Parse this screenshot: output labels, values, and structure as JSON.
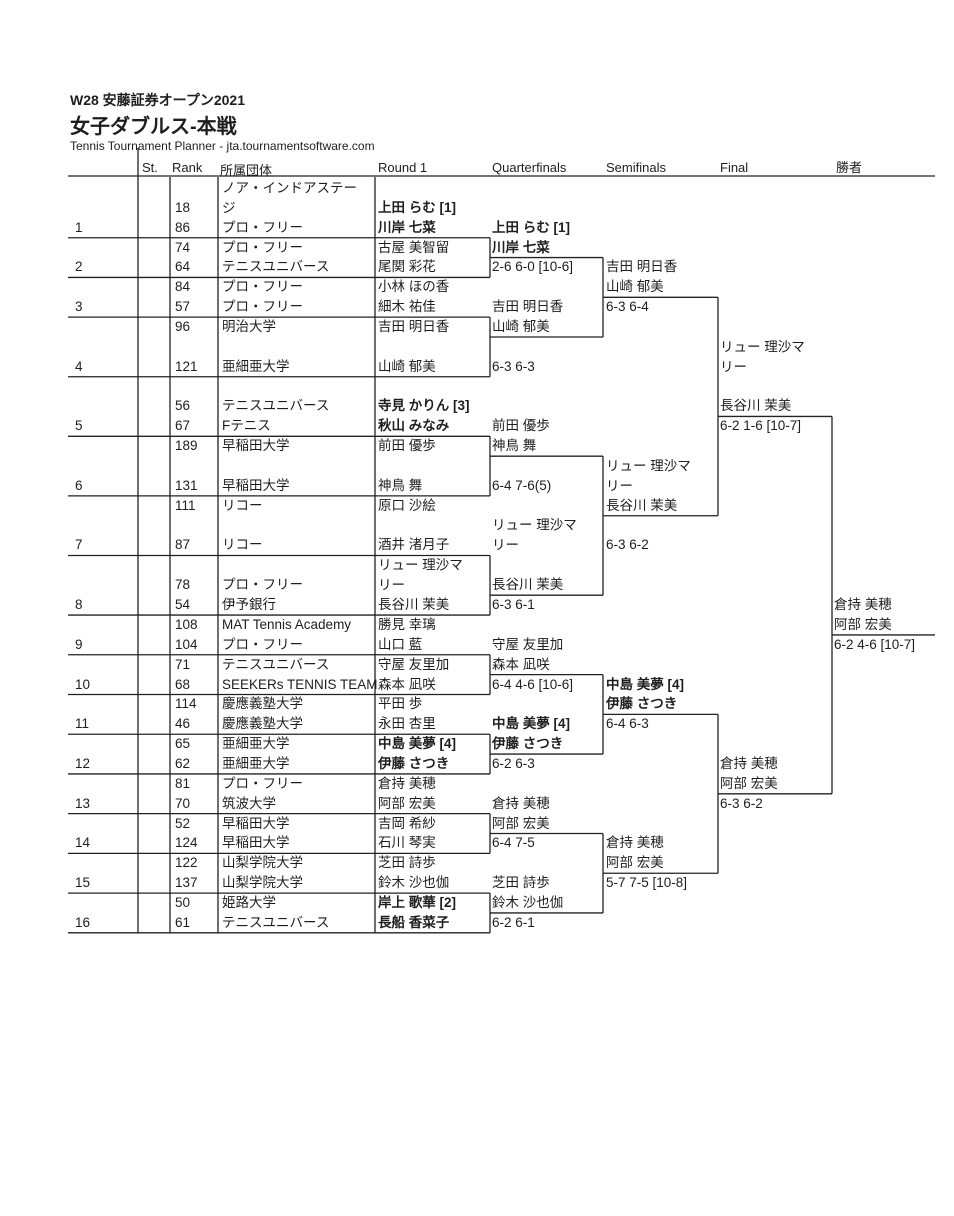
{
  "title": "W28 安藤証券オープン2021",
  "subtitle": "女子ダブルス-本戦",
  "source": "Tennis Tournament Planner - jta.tournamentsoftware.com",
  "headers": {
    "st": "St.",
    "rank": "Rank",
    "club": "所属団体",
    "round1": "Round 1",
    "qf": "Quarterfinals",
    "sf": "Semifinals",
    "final": "Final",
    "winner": "勝者"
  },
  "entries": [
    {
      "num": "1",
      "seeded": true,
      "players": [
        {
          "rank": "18",
          "club": "ノア・インドアステー\nジ",
          "name": "上田 らむ [1]"
        },
        {
          "rank": "86",
          "club": "プロ・フリー",
          "name": "川岸 七菜"
        }
      ]
    },
    {
      "num": "2",
      "players": [
        {
          "rank": "74",
          "club": "プロ・フリー",
          "name": "古屋 美智留"
        },
        {
          "rank": "64",
          "club": "テニスユニバース",
          "name": "尾関 彩花"
        }
      ]
    },
    {
      "num": "3",
      "players": [
        {
          "rank": "84",
          "club": "プロ・フリー",
          "name": "小林 ほの香"
        },
        {
          "rank": "57",
          "club": "プロ・フリー",
          "name": "細木 祐佳"
        }
      ]
    },
    {
      "num": "4",
      "players": [
        {
          "rank": "96",
          "club": "明治大学",
          "name": "吉田 明日香"
        },
        {
          "rank": "121",
          "club": "亜細亜大学",
          "name": "山崎 郁美"
        }
      ]
    },
    {
      "num": "5",
      "seeded": true,
      "players": [
        {
          "rank": "56",
          "club": "テニスユニバース",
          "name": "寺見 かりん [3]"
        },
        {
          "rank": "67",
          "club": "Fテニス",
          "name": "秋山 みなみ"
        }
      ]
    },
    {
      "num": "6",
      "players": [
        {
          "rank": "189",
          "club": "早稲田大学",
          "name": "前田 優歩"
        },
        {
          "rank": "131",
          "club": "早稲田大学",
          "name": "神鳥 舞"
        }
      ]
    },
    {
      "num": "7",
      "players": [
        {
          "rank": "111",
          "club": "リコー",
          "name": "原口 沙絵"
        },
        {
          "rank": "87",
          "club": "リコー",
          "name": "酒井 渚月子"
        }
      ]
    },
    {
      "num": "8",
      "players": [
        {
          "rank": "78",
          "club": "プロ・フリー",
          "name": "リュー 理沙マ\nリー"
        },
        {
          "rank": "54",
          "club": "伊予銀行",
          "name": "長谷川 茉美"
        }
      ]
    },
    {
      "num": "9",
      "players": [
        {
          "rank": "108",
          "club": "MAT Tennis Academy",
          "name": "勝見 幸璃"
        },
        {
          "rank": "104",
          "club": "プロ・フリー",
          "name": "山口 藍"
        }
      ]
    },
    {
      "num": "10",
      "players": [
        {
          "rank": "71",
          "club": "テニスユニバース",
          "name": "守屋 友里加"
        },
        {
          "rank": "68",
          "club": "SEEKERs TENNIS TEAM",
          "name": "森本 凪咲"
        }
      ]
    },
    {
      "num": "11",
      "players": [
        {
          "rank": "114",
          "club": "慶應義塾大学",
          "name": "平田 歩"
        },
        {
          "rank": "46",
          "club": "慶應義塾大学",
          "name": "永田 杏里"
        }
      ]
    },
    {
      "num": "12",
      "seeded": true,
      "players": [
        {
          "rank": "65",
          "club": "亜細亜大学",
          "name": "中島 美夢 [4]"
        },
        {
          "rank": "62",
          "club": "亜細亜大学",
          "name": "伊藤 さつき"
        }
      ]
    },
    {
      "num": "13",
      "players": [
        {
          "rank": "81",
          "club": "プロ・フリー",
          "name": "倉持 美穂"
        },
        {
          "rank": "70",
          "club": "筑波大学",
          "name": "阿部 宏美"
        }
      ]
    },
    {
      "num": "14",
      "players": [
        {
          "rank": "52",
          "club": "早稲田大学",
          "name": "吉岡 希紗"
        },
        {
          "rank": "124",
          "club": "早稲田大学",
          "name": "石川 琴実"
        }
      ]
    },
    {
      "num": "15",
      "players": [
        {
          "rank": "122",
          "club": "山梨学院大学",
          "name": "芝田 詩歩"
        },
        {
          "rank": "137",
          "club": "山梨学院大学",
          "name": "鈴木 沙也伽"
        }
      ]
    },
    {
      "num": "16",
      "seeded": true,
      "players": [
        {
          "rank": "50",
          "club": "姫路大学",
          "name": "岸上 歌華 [2]"
        },
        {
          "rank": "61",
          "club": "テニスユニバース",
          "name": "長船 香菜子"
        }
      ]
    }
  ],
  "quarterfinals": [
    {
      "names": [
        "上田 らむ [1]",
        "川岸 七菜"
      ],
      "score": "2-6 6-0 [10-6]",
      "seeded": true
    },
    {
      "names": [
        "吉田 明日香",
        "山崎 郁美"
      ],
      "score": "6-3 6-3"
    },
    {
      "names": [
        "前田 優歩",
        "神鳥 舞"
      ],
      "score": "6-4 7-6(5)"
    },
    {
      "names": [
        "リュー 理沙マ\nリー",
        "長谷川 茉美"
      ],
      "score": "6-3 6-1"
    },
    {
      "names": [
        "守屋 友里加",
        "森本 凪咲"
      ],
      "score": "6-4 4-6 [10-6]"
    },
    {
      "names": [
        "中島 美夢 [4]",
        "伊藤 さつき"
      ],
      "score": "6-2 6-3",
      "seeded": true
    },
    {
      "names": [
        "倉持 美穂",
        "阿部 宏美"
      ],
      "score": "6-4 7-5"
    },
    {
      "names": [
        "芝田 詩歩",
        "鈴木 沙也伽"
      ],
      "score": "6-2 6-1"
    }
  ],
  "semifinals": [
    {
      "names": [
        "吉田 明日香",
        "山崎 郁美"
      ],
      "score": "6-3 6-4"
    },
    {
      "names": [
        "リュー 理沙マ\nリー",
        "長谷川 茉美"
      ],
      "score": "6-3 6-2"
    },
    {
      "names": [
        "中島 美夢 [4]",
        "伊藤 さつき"
      ],
      "score": "6-4 6-3",
      "seeded": true
    },
    {
      "names": [
        "倉持 美穂",
        "阿部 宏美"
      ],
      "score": "5-7 7-5 [10-8]"
    }
  ],
  "final": [
    {
      "names": [
        "リュー 理沙マ\nリー",
        "長谷川 茉美"
      ],
      "score": "6-2 1-6 [10-7]"
    },
    {
      "names": [
        "倉持 美穂",
        "阿部 宏美"
      ],
      "score": "6-3 6-2"
    }
  ],
  "winner": {
    "names": [
      "倉持 美穂",
      "阿部 宏美"
    ],
    "score": "6-2 4-6 [10-7]"
  }
}
